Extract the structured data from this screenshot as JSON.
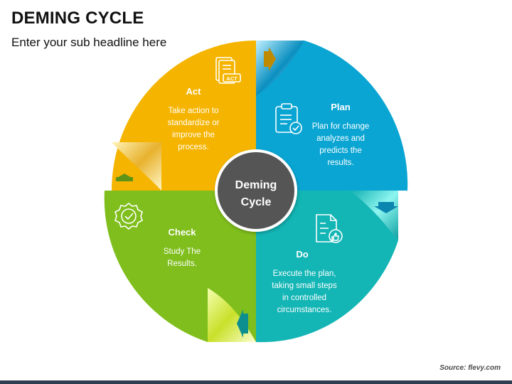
{
  "header": {
    "title": "DEMING CYCLE",
    "subtitle": "Enter your sub headline here"
  },
  "center": {
    "line1": "Deming",
    "line2": "Cycle"
  },
  "quadrants": {
    "act": {
      "title": "Act",
      "icon": "act-document-icon",
      "color": "#f5b400",
      "lines": [
        "Take action to",
        "standardize or",
        "improve the",
        "process."
      ]
    },
    "plan": {
      "title": "Plan",
      "icon": "clipboard-check-icon",
      "color": "#0aa5d3",
      "lines": [
        "Plan for change",
        "analyzes and",
        "predicts the",
        "results."
      ]
    },
    "do": {
      "title": "Do",
      "icon": "checklist-thumbs-up-icon",
      "color": "#13b5b5",
      "lines": [
        "Execute the plan,",
        "taking small steps",
        "in controlled",
        "circumstances."
      ]
    },
    "check": {
      "title": "Check",
      "icon": "badge-check-icon",
      "color": "#7fbe1c",
      "lines": [
        "Study The",
        "Results."
      ]
    }
  },
  "arrows": {
    "act_to_plan_color": "#c08a00",
    "plan_to_do_color": "#0a86b0",
    "do_to_check_color": "#0d8f8f",
    "check_to_act_color": "#5e9416"
  },
  "footer": {
    "source": "Source: flevy.com"
  }
}
